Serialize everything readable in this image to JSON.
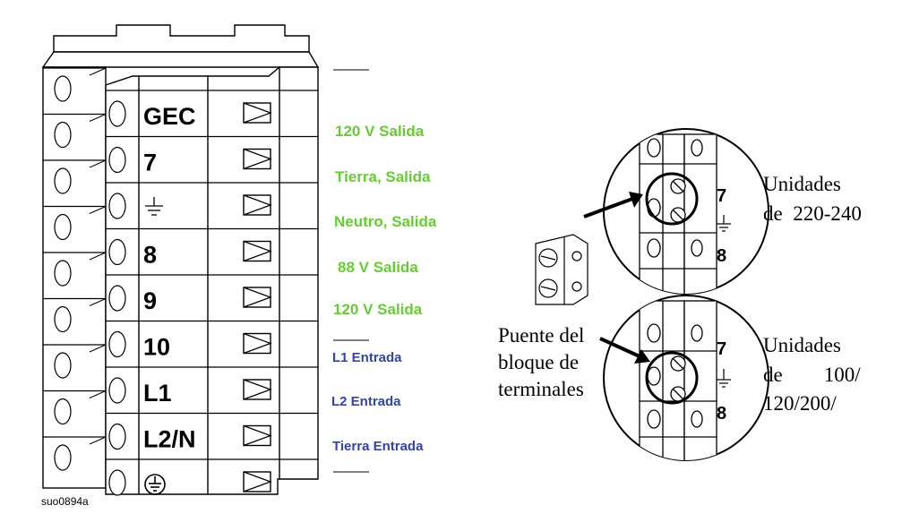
{
  "terminal_block": {
    "terminals": [
      {
        "label": "GEC",
        "description": ""
      },
      {
        "label": "7",
        "description": "120 V Salida"
      },
      {
        "label": "",
        "icon": "ground-icon",
        "description": "Tierra, Salida"
      },
      {
        "label": "8",
        "description": "Neutro, Salida"
      },
      {
        "label": "9",
        "description": "88 V Salida"
      },
      {
        "label": "10",
        "description": "120 V Salida"
      },
      {
        "label": "L1",
        "description": "L1 Entrada"
      },
      {
        "label": "L2/N",
        "description": "L2 Entrada"
      },
      {
        "label": "",
        "icon": "protective-earth-icon",
        "description": "Tierra Entrada"
      }
    ],
    "part_code": "suo0894a"
  },
  "jumper_label": {
    "lines": [
      "Puente del",
      "bloque de",
      "terminales"
    ]
  },
  "detail_220_240": {
    "terminal_labels": [
      "7",
      "8"
    ],
    "caption_lines": [
      "Unidades",
      "de  220-240"
    ]
  },
  "detail_100_120_200": {
    "terminal_labels": [
      "7",
      "8"
    ],
    "caption_lines": [
      "Unidades",
      "de        100/",
      "120/200/"
    ]
  },
  "colors": {
    "output_label": "#66cc33",
    "input_label": "#3344aa",
    "line": "#000000",
    "fill": "#ffffff"
  }
}
